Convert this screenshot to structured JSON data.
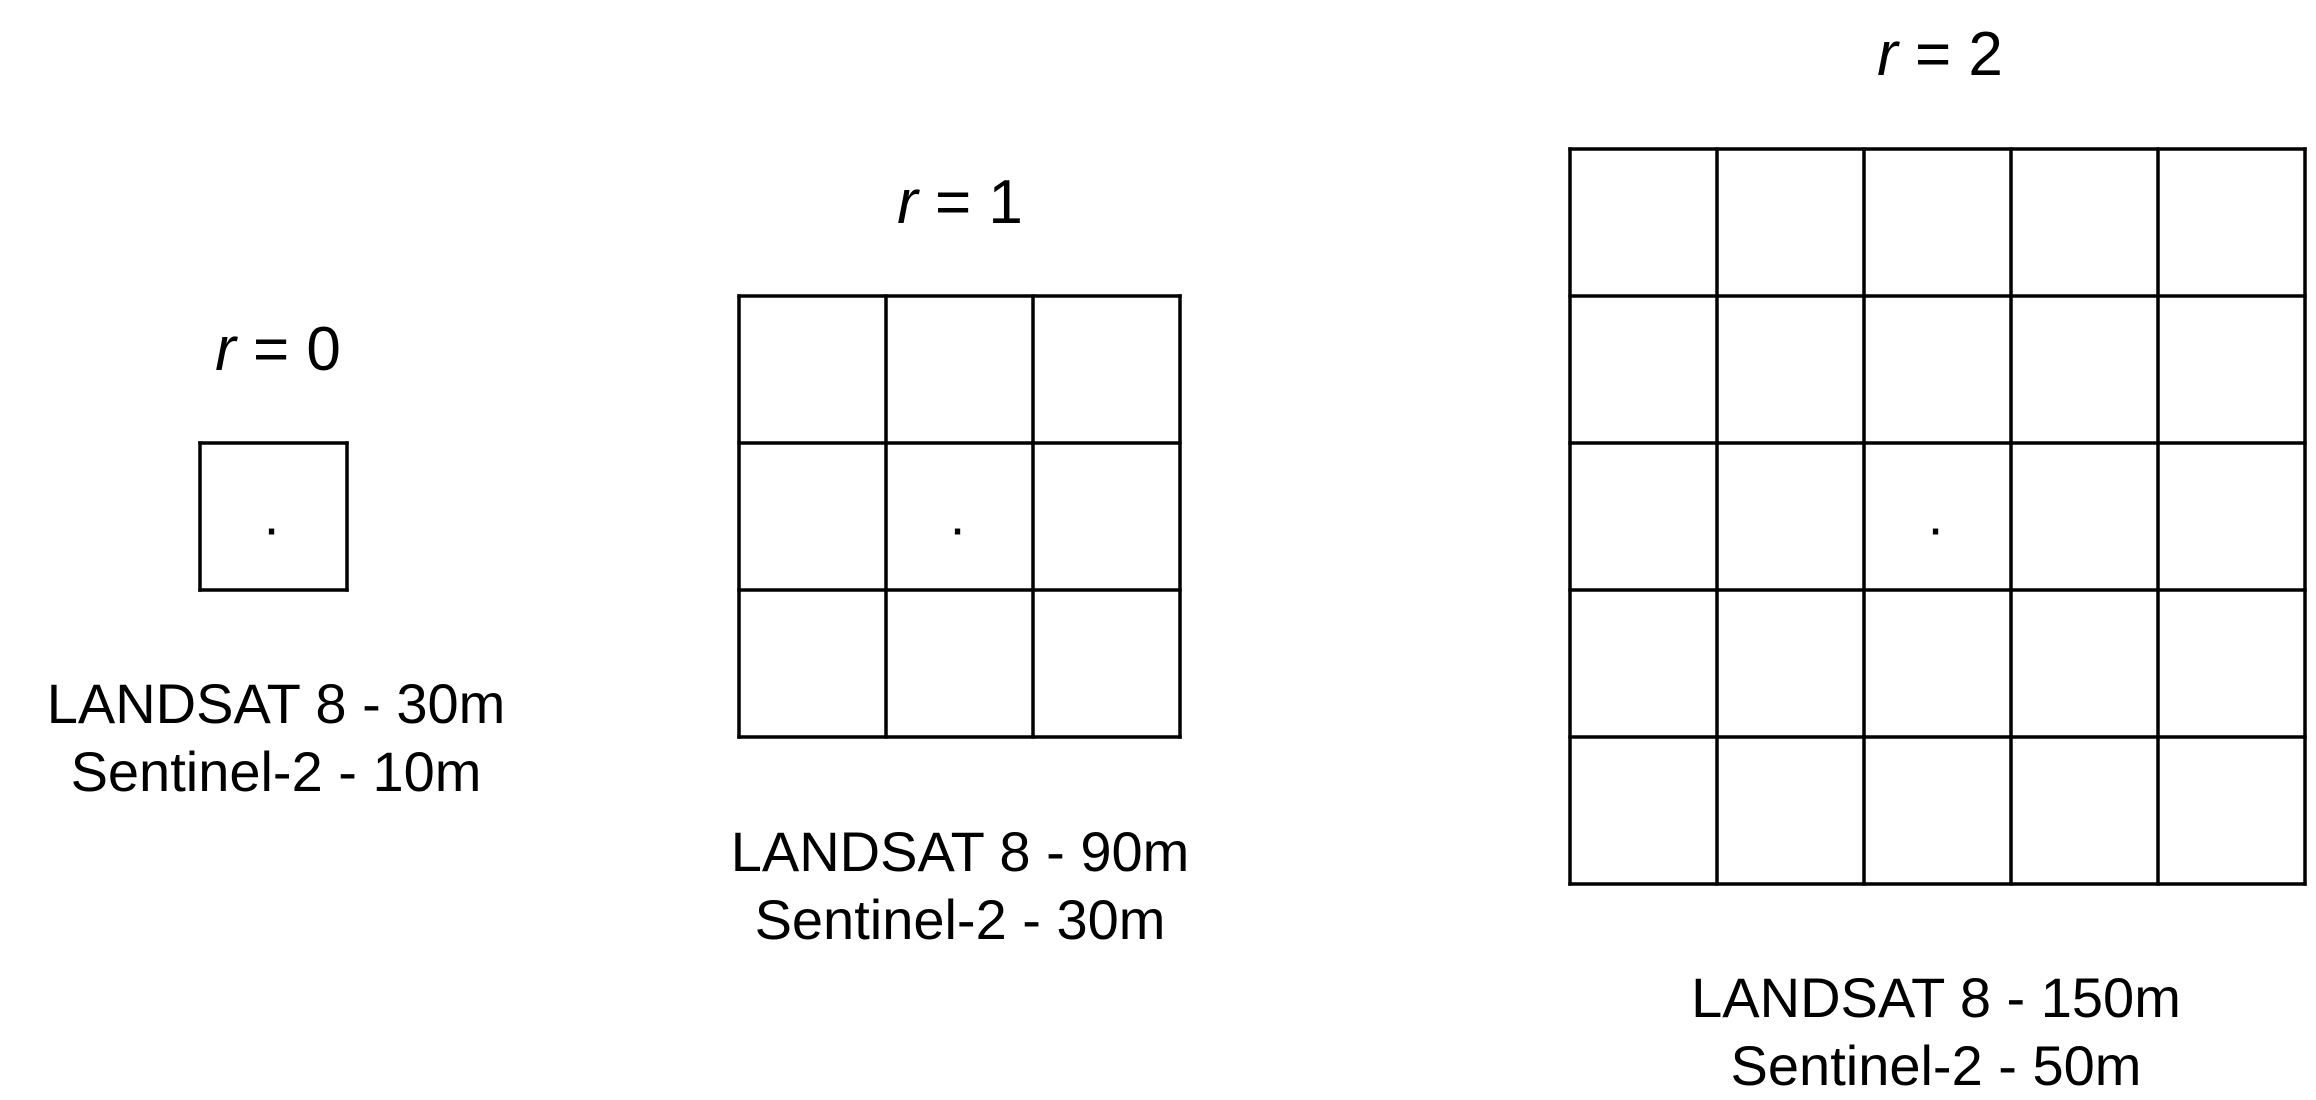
{
  "panels": [
    {
      "var": "r",
      "eq": " = 0",
      "size": 1,
      "center_mark": ".",
      "lines": [
        "LANDSAT 8 - 30m",
        "Sentinel-2 - 10m"
      ]
    },
    {
      "var": "r",
      "eq": " = 1",
      "size": 3,
      "center_mark": ".",
      "lines": [
        "LANDSAT 8 - 90m",
        "Sentinel-2 - 30m"
      ]
    },
    {
      "var": "r",
      "eq": " = 2",
      "size": 5,
      "center_mark": ".",
      "lines": [
        "LANDSAT 8 - 150m",
        "Sentinel-2 - 50m"
      ]
    }
  ],
  "colors": {
    "stroke": "#000000",
    "background": "#ffffff"
  }
}
